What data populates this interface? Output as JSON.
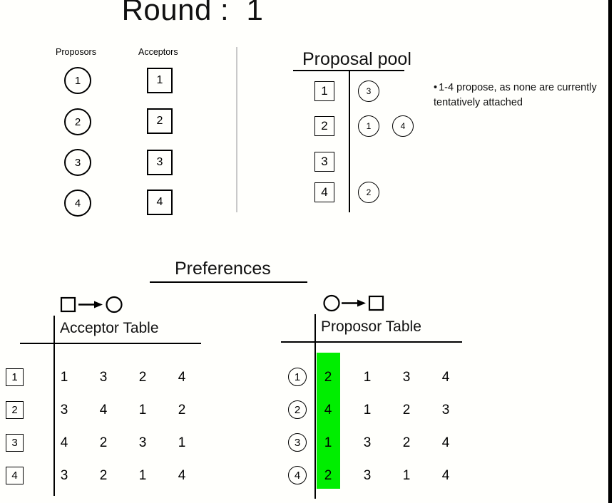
{
  "title": "Round :  1",
  "top": {
    "proposors_label": "Proposors",
    "acceptors_label": "Acceptors",
    "proposors": [
      "1",
      "2",
      "3",
      "4"
    ],
    "acceptors": [
      "1",
      "2",
      "3",
      "4"
    ]
  },
  "proposal_pool": {
    "heading": "Proposal pool",
    "rows": [
      {
        "acceptor": "1",
        "proposers": [
          "3"
        ]
      },
      {
        "acceptor": "2",
        "proposers": [
          "1",
          "4"
        ]
      },
      {
        "acceptor": "3",
        "proposers": []
      },
      {
        "acceptor": "4",
        "proposers": [
          "2"
        ]
      }
    ]
  },
  "note": {
    "bullet": "•",
    "text": "1-4 propose, as none are currently tentatively attached"
  },
  "preferences": {
    "heading": "Preferences",
    "acceptor_table": {
      "legend_from": "square",
      "legend_to": "circle",
      "heading": "Acceptor Table",
      "row_labels": [
        "1",
        "2",
        "3",
        "4"
      ],
      "rows": [
        [
          "1",
          "3",
          "2",
          "4"
        ],
        [
          "3",
          "4",
          "1",
          "2"
        ],
        [
          "4",
          "2",
          "3",
          "1"
        ],
        [
          "3",
          "2",
          "1",
          "4"
        ]
      ]
    },
    "proposor_table": {
      "legend_from": "circle",
      "legend_to": "square",
      "heading": "Proposor Table",
      "row_labels": [
        "1",
        "2",
        "3",
        "4"
      ],
      "rows": [
        [
          "2",
          "1",
          "3",
          "4"
        ],
        [
          "4",
          "1",
          "2",
          "3"
        ],
        [
          "1",
          "3",
          "2",
          "4"
        ],
        [
          "2",
          "3",
          "1",
          "4"
        ]
      ],
      "highlight_column": 0,
      "highlight_color": "#00ee00"
    }
  },
  "colors": {
    "ink": "#000000",
    "background": "#fffffc",
    "separator_gray": "#c9c9c9",
    "highlight_green": "#00ee00"
  }
}
